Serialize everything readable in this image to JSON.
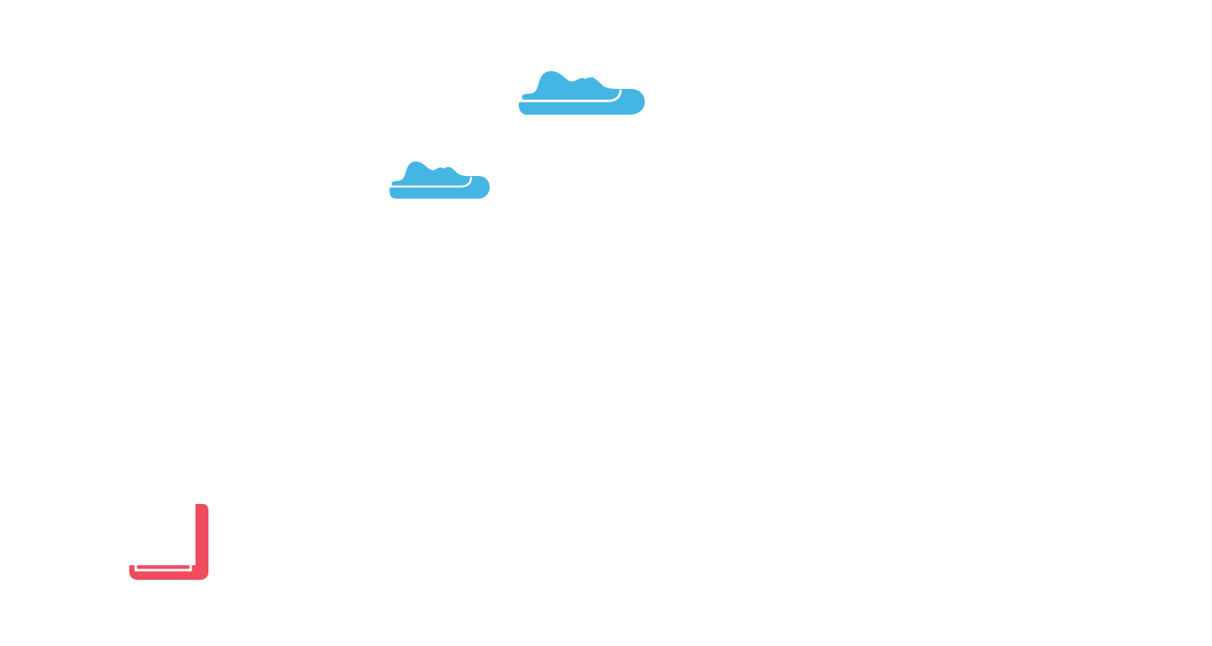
{
  "scene": {
    "background_color": "#ffffff",
    "clouds": [
      {
        "name": "cloud-large",
        "icon": "cloud-icon",
        "color": "#45b6e4",
        "shine_color": "#ffffff"
      },
      {
        "name": "cloud-small",
        "icon": "cloud-icon",
        "color": "#45b6e4",
        "shine_color": "#ffffff"
      }
    ],
    "blocks": [
      {
        "name": "red-block",
        "icon": "corner-block-icon",
        "color": "#f14c5e",
        "inner_color": "#ffffff"
      }
    ]
  }
}
